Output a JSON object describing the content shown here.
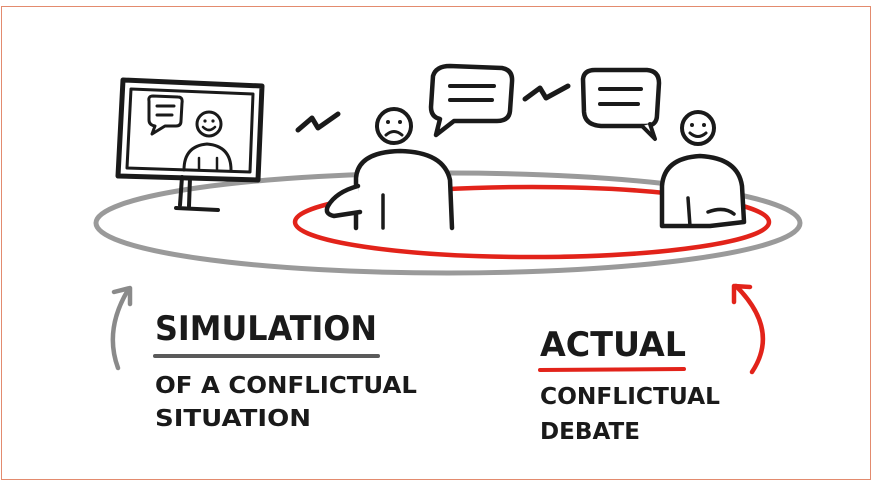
{
  "left_label": {
    "title": "SIMULATION",
    "line1": "OF A CONFLICTUAL",
    "line2": "SITUATION"
  },
  "right_label": {
    "title": "ACTUAL",
    "line1": "CONFLICTUAL",
    "line2": "DEBATE"
  },
  "colors": {
    "frame": "#e38b6e",
    "simulation_ring": "#9a9a9a",
    "actual_ring": "#e2231a",
    "ink": "#1a1a1a",
    "underline_left": "#5a5a5a",
    "underline_right": "#e2231a"
  },
  "icons": [
    "monitor-icon",
    "speech-bubble-icon",
    "lightning-icon",
    "sad-face-icon",
    "happy-face-icon",
    "person-icon",
    "curved-arrow-icon"
  ]
}
